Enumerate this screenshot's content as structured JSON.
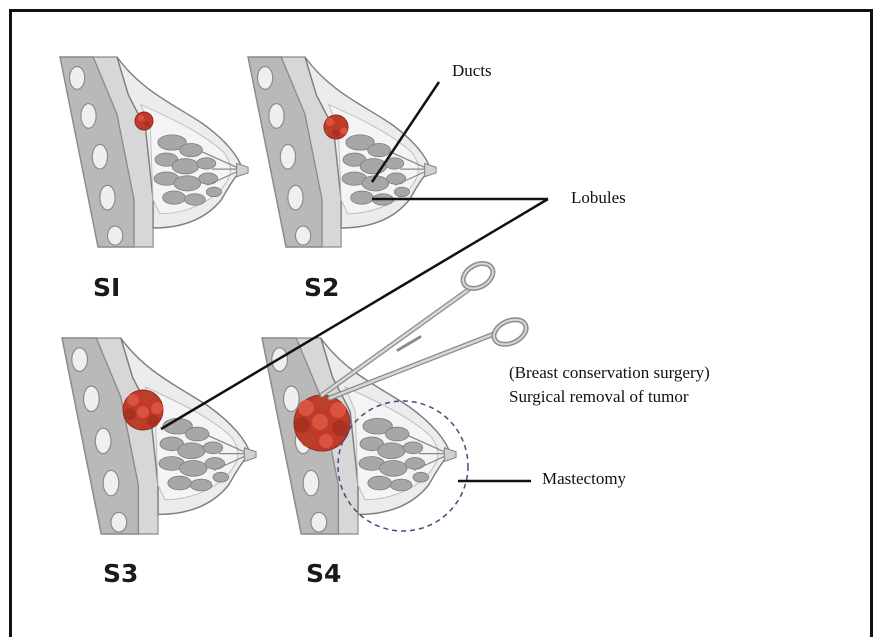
{
  "labels": {
    "ducts": "Ducts",
    "lobules": "Lobules",
    "surgery_line1": "(Breast conservation surgery)",
    "surgery_line2": "Surgical removal of tumor",
    "mastectomy": "Mastectomy"
  },
  "stages": [
    {
      "label": "SI"
    },
    {
      "label": "S2"
    },
    {
      "label": "S3"
    },
    {
      "label": "S4"
    }
  ],
  "colors": {
    "tumor": "#c0392b",
    "tumor_dark": "#8e2a20",
    "tissue": "#a7a7a7",
    "tissue_light": "#e9e9e9",
    "chest_wall": "#b9b9b9",
    "mastectomy_circle": "#3d4f7a",
    "leader_line": "#111111"
  },
  "icons": [
    "breast-cross-section-icon",
    "surgical-forceps-icon",
    "tumor-icon"
  ]
}
